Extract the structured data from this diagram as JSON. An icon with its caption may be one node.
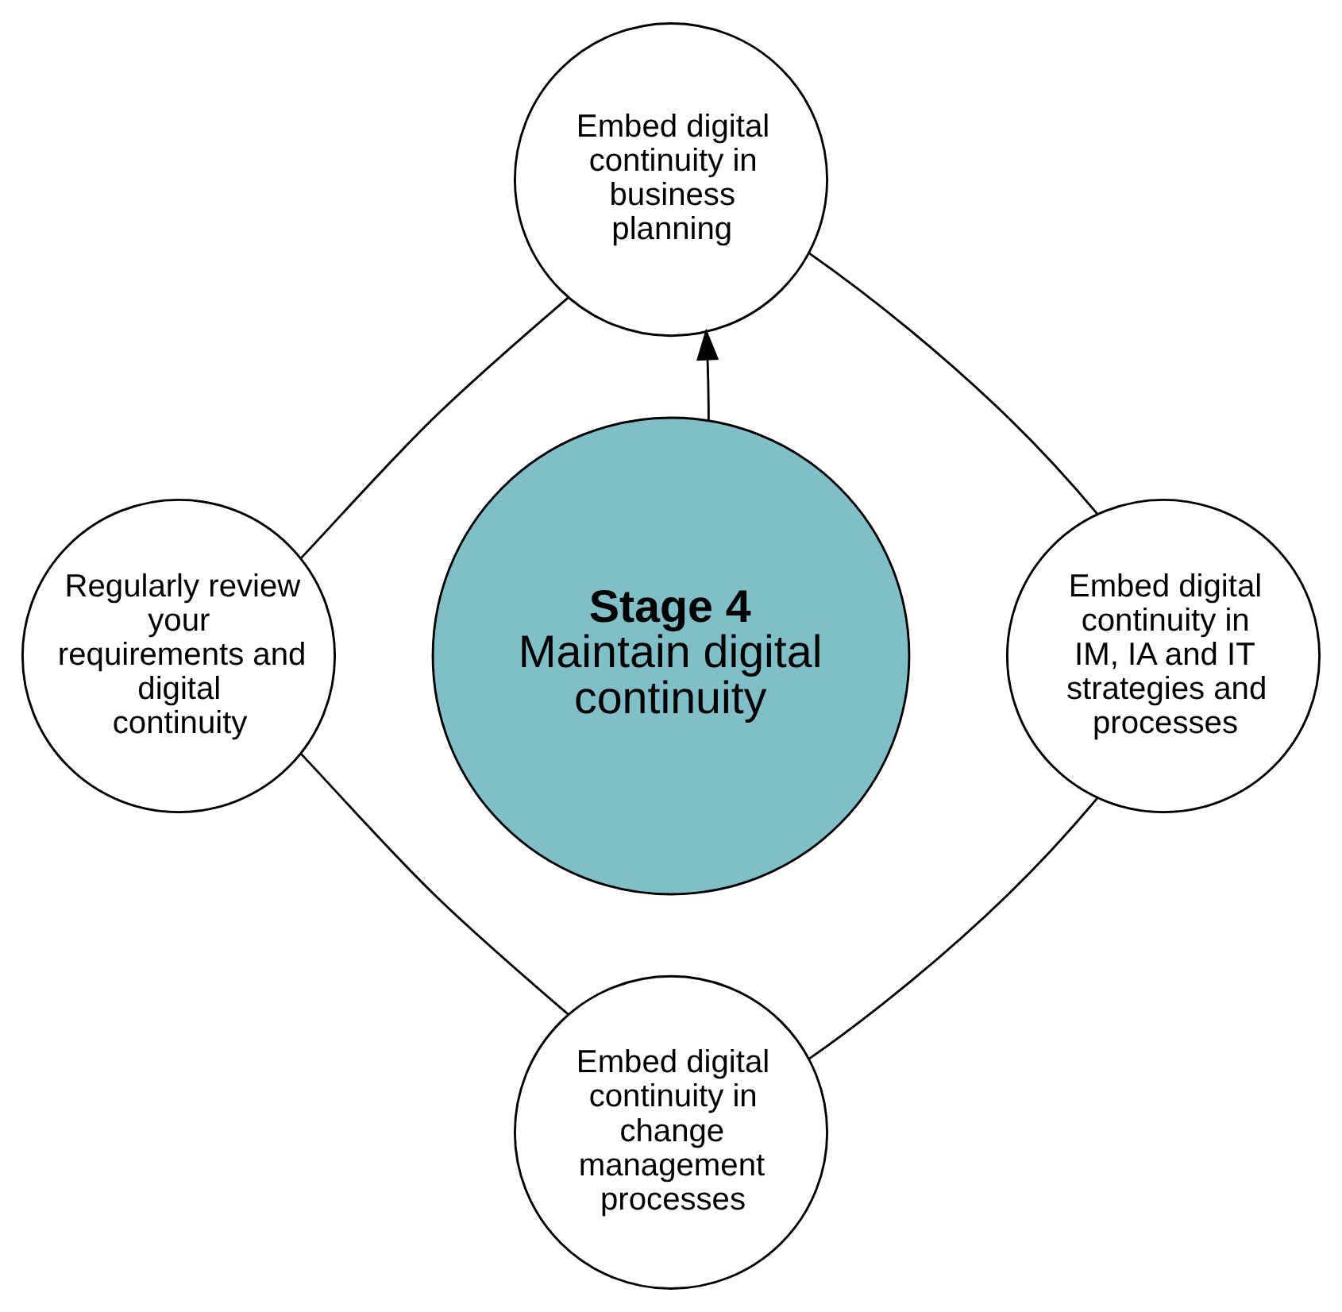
{
  "diagram": {
    "nodes": [
      {
        "text": [
          "Embed digital continuity in business planning"
        ]
      },
      {
        "text": [
          "Regularly review your requirements and digital continuity"
        ]
      },
      {
        "text": [
          "Stage 4",
          "Maintain digital continuity"
        ]
      },
      {
        "text": [
          "Embed digital continuity in IM, IA and IT strategies and processes"
        ]
      },
      {
        "text": [
          "Embed digital continuity in change management processes"
        ]
      }
    ],
    "edges": [
      {
        "from": 2,
        "to": 0,
        "arrow": "to"
      },
      {
        "from": 0,
        "to": 3,
        "arrow": "none"
      },
      {
        "from": 3,
        "to": 4,
        "arrow": "none"
      },
      {
        "from": 4,
        "to": 1,
        "arrow": "none"
      },
      {
        "from": 1,
        "to": 0,
        "arrow": "none"
      }
    ]
  }
}
